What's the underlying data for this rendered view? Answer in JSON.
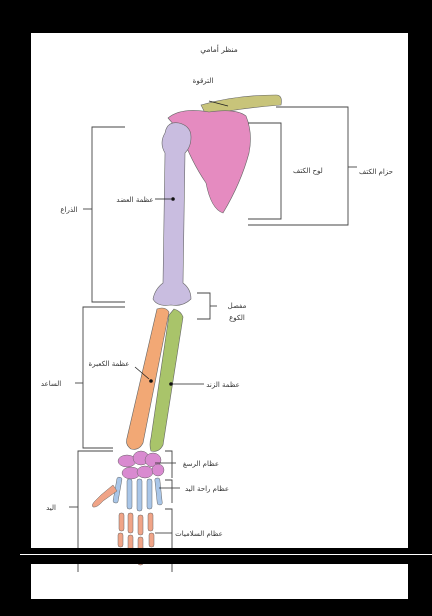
{
  "diagram": {
    "title": "منظر أمامي",
    "labels": {
      "clavicle": "الترقوة",
      "shoulder_girdle": "حزام الكتف",
      "scapula": "لوح الكتف",
      "arm": "الذراع",
      "humerus": "عظمة العضد",
      "elbow_joint_line1": "مفصل",
      "elbow_joint_line2": "الكوع",
      "forearm": "الساعد",
      "radius": "عظمة الكعبرة",
      "ulna": "عظمة الزند",
      "carpals": "عظام الرسغ",
      "metacarpals": "عظام راحة اليد",
      "hand": "اليد",
      "phalanges": "عظام السلاميات"
    },
    "colors": {
      "clavicle": "#c8c47a",
      "scapula": "#e58bc0",
      "humerus": "#c9bde0",
      "radius": "#f2a875",
      "ulna": "#a9c46a",
      "carpals": "#d98ad0",
      "metacarpals": "#a9c6e8",
      "phalanges": "#f0a487"
    }
  }
}
